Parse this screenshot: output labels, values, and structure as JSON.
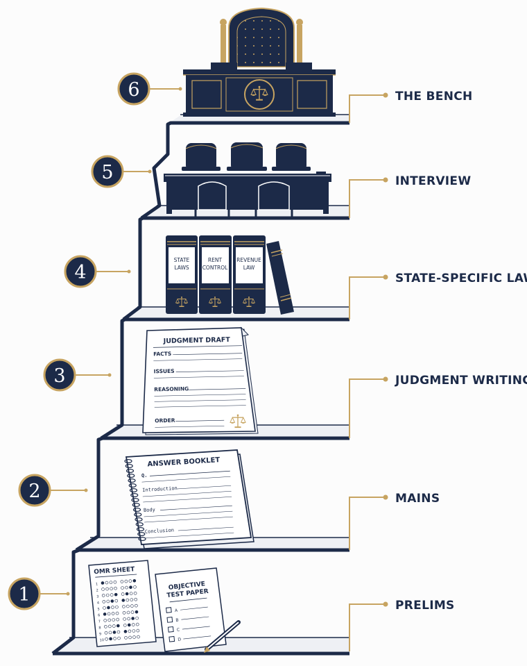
{
  "steps": [
    {
      "number": "1",
      "label": "PRELIMS"
    },
    {
      "number": "2",
      "label": "MAINS"
    },
    {
      "number": "3",
      "label": "JUDGMENT WRITING"
    },
    {
      "number": "4",
      "label": "STATE-SPECIFIC LAWS"
    },
    {
      "number": "5",
      "label": "INTERVIEW"
    },
    {
      "number": "6",
      "label": "THE BENCH"
    }
  ],
  "prelims": {
    "omr_title": "OMR SHEET",
    "omr_numbers": [
      "1",
      "2",
      "3",
      "4",
      "5",
      "6",
      "7",
      "8",
      "9",
      "10"
    ],
    "test_title_line1": "OBJECTIVE",
    "test_title_line2": "TEST PAPER",
    "options": [
      "A",
      "B",
      "C",
      "D"
    ]
  },
  "mains": {
    "booklet_title": "ANSWER BOOKLET",
    "q_label": "Q.",
    "sections": [
      "Introduction",
      "Body",
      "Conclusion"
    ]
  },
  "judgment": {
    "title": "JUDGMENT DRAFT",
    "sections": [
      "FACTS",
      "ISSUES",
      "REASONING",
      "ORDER"
    ]
  },
  "laws": {
    "books": [
      {
        "line1": "STATE",
        "line2": "LAWS"
      },
      {
        "line1": "RENT",
        "line2": "CONTROL"
      },
      {
        "line1": "REVENUE",
        "line2": "LAW"
      }
    ]
  },
  "colors": {
    "navy": "#1c2a48",
    "gold": "#c7a461",
    "paper": "#ffffff"
  }
}
